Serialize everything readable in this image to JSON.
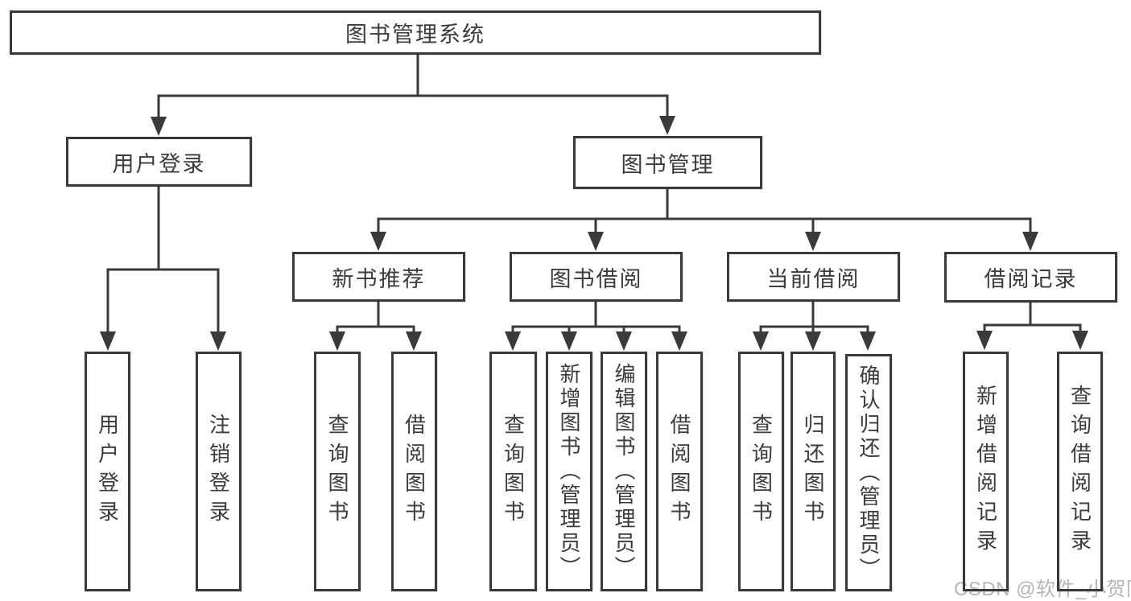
{
  "tree": {
    "root": {
      "label": "图书管理系统",
      "children": [
        {
          "label": "用户登录",
          "children": [
            {
              "label": "用户登录"
            },
            {
              "label": "注销登录"
            }
          ]
        },
        {
          "label": "图书管理",
          "children": [
            {
              "label": "新书推荐",
              "children": [
                {
                  "label": "查询图书"
                },
                {
                  "label": "借阅图书"
                }
              ]
            },
            {
              "label": "图书借阅",
              "children": [
                {
                  "label": "查询图书"
                },
                {
                  "label": "新增图书（管理员）"
                },
                {
                  "label": "编辑图书（管理员）"
                },
                {
                  "label": "借阅图书"
                }
              ]
            },
            {
              "label": "当前借阅",
              "children": [
                {
                  "label": "查询图书"
                },
                {
                  "label": "归还图书"
                },
                {
                  "label": "确认归还（管理员）"
                }
              ]
            },
            {
              "label": "借阅记录",
              "children": [
                {
                  "label": "新增借阅记录"
                },
                {
                  "label": "查询借阅记录"
                }
              ]
            }
          ]
        }
      ]
    }
  },
  "watermark": "CSDN @软件_小贺同学",
  "colors": {
    "line": "#3a3a3a",
    "text": "#3b3b3e",
    "box_background": "#ffffff",
    "watermark": "#b5b5b5",
    "background": "#ffffff"
  }
}
